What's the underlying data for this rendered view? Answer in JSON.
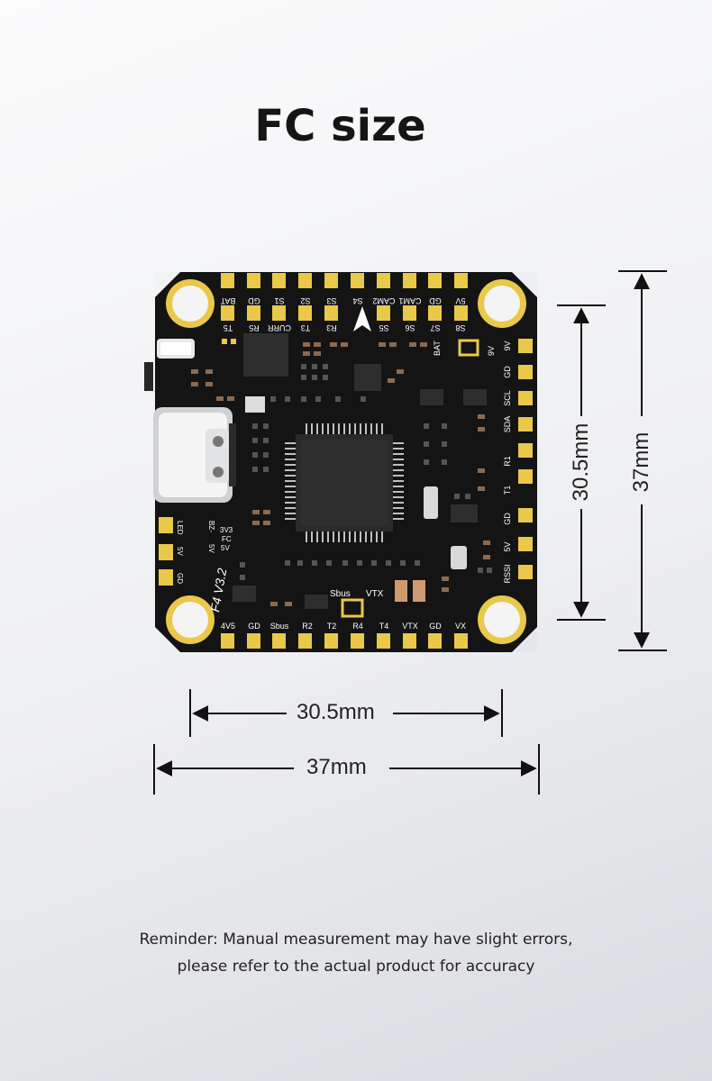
{
  "title": "FC size",
  "dimensions": {
    "inner_h": "30.5mm",
    "outer_h": "37mm",
    "inner_v": "30.5mm",
    "outer_v": "37mm"
  },
  "board": {
    "version_label": "F4 V3.2",
    "top_row_outer": [
      "BAT",
      "GD",
      "S1",
      "S2",
      "S3",
      "S4",
      "CAM2",
      "CAM1",
      "GD",
      "5V"
    ],
    "top_row_inner": [
      "T5",
      "R5",
      "CURR",
      "T3",
      "R3",
      "S5",
      "S6",
      "S7",
      "S8"
    ],
    "right_col": [
      "9V",
      "GD",
      "SCL",
      "SDA",
      "R1",
      "T1",
      "GD",
      "5V",
      "RSSI"
    ],
    "bottom_row": [
      "4V5",
      "GD",
      "Sbus",
      "R2",
      "T2",
      "R4",
      "T4",
      "VTX",
      "GD",
      "VX"
    ],
    "left_labels": [
      "LED",
      "5V",
      "GD",
      "BZ-",
      "3V3",
      "FC",
      "5V",
      "5V"
    ],
    "misc_labels": [
      "BAT",
      "9V",
      "Sbus",
      "VTX"
    ]
  },
  "reminder": {
    "line1": "Reminder: Manual measurement may have slight errors,",
    "line2": "please refer to the actual product for accuracy"
  }
}
